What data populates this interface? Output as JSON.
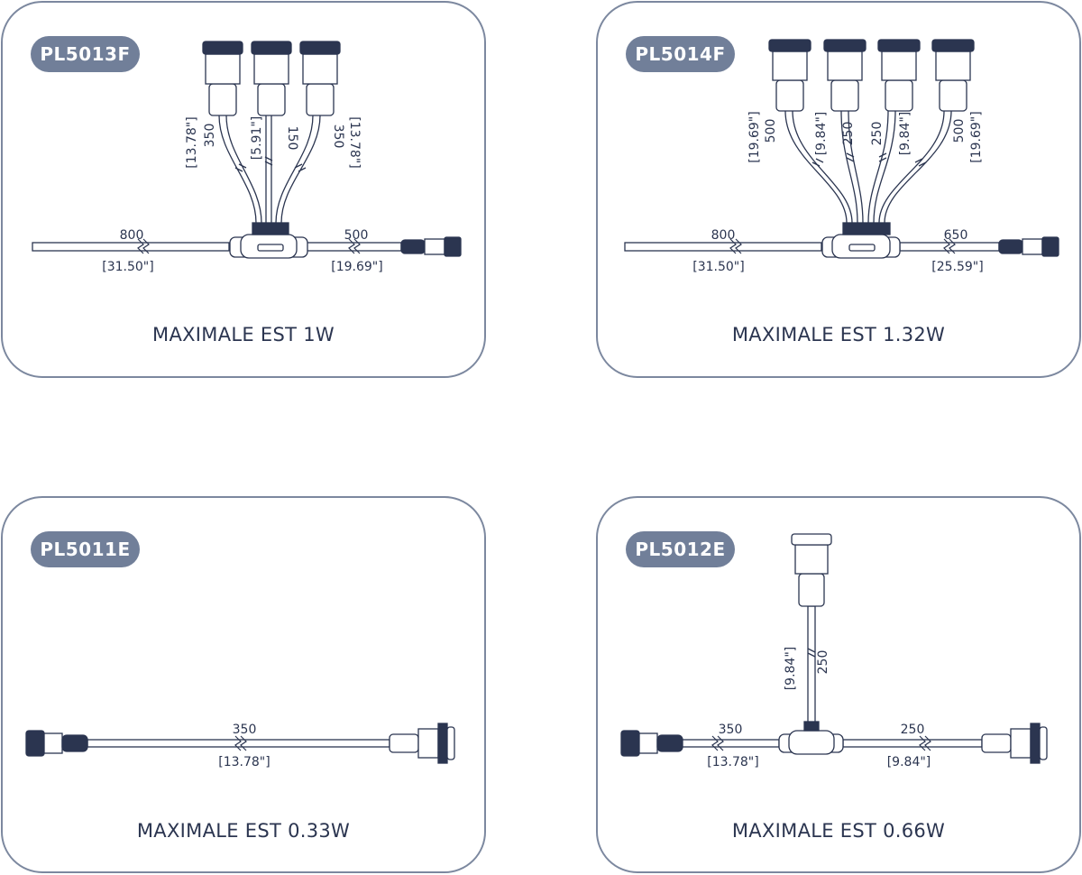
{
  "panels": [
    {
      "model": "PL5013F",
      "wattage": "MAXIMALE EST 1W",
      "main_left": {
        "mm": "800",
        "inch": "[31.50\"]"
      },
      "main_right": {
        "mm": "500",
        "inch": "[19.69\"]"
      },
      "branches": [
        {
          "mm": "350",
          "inch": "[13.78\"]"
        },
        {
          "mm": "150",
          "inch": "[5.91\"]"
        },
        {
          "mm": "350",
          "inch": "[13.78\"]"
        }
      ]
    },
    {
      "model": "PL5014F",
      "wattage": "MAXIMALE EST 1.32W",
      "main_left": {
        "mm": "800",
        "inch": "[31.50\"]"
      },
      "main_right": {
        "mm": "650",
        "inch": "[25.59\"]"
      },
      "branches": [
        {
          "mm": "500",
          "inch": "[19.69\"]"
        },
        {
          "mm": "250",
          "inch": "[9.84\"]"
        },
        {
          "mm": "250",
          "inch": "[9.84\"]"
        },
        {
          "mm": "500",
          "inch": "[19.69\"]"
        }
      ]
    },
    {
      "model": "PL5011E",
      "wattage": "MAXIMALE EST 0.33W",
      "main": {
        "mm": "350",
        "inch": "[13.78\"]"
      }
    },
    {
      "model": "PL5012E",
      "wattage": "MAXIMALE EST 0.66W",
      "main_left": {
        "mm": "350",
        "inch": "[13.78\"]"
      },
      "main_right": {
        "mm": "250",
        "inch": "[9.84\"]"
      },
      "branches": [
        {
          "mm": "250",
          "inch": "[9.84\"]"
        }
      ]
    }
  ],
  "colors": {
    "border": "#7c889f",
    "badge": "#717f99",
    "ink": "#2b3550"
  }
}
